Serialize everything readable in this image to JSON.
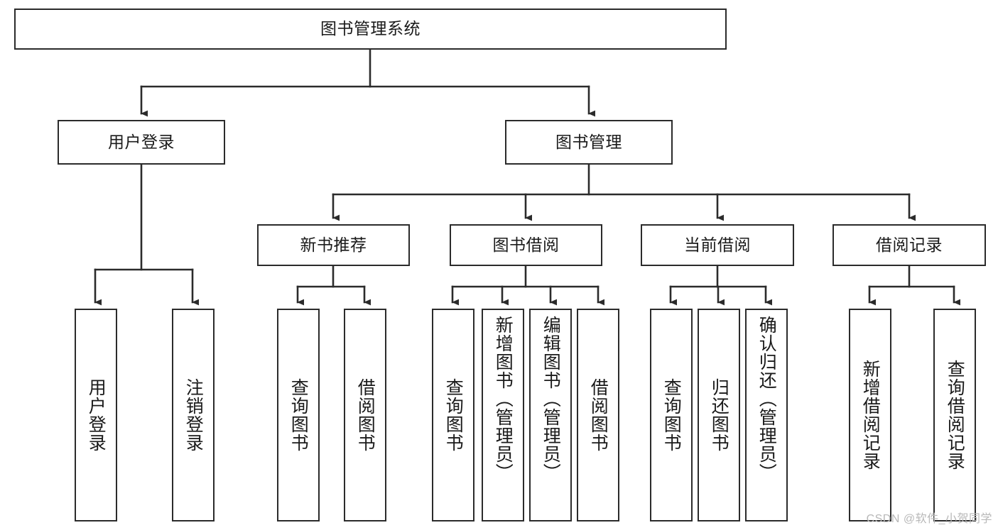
{
  "diagram": {
    "title": "图书管理系统",
    "type": "tree",
    "watermark": "CSDN @软件_小贺同学",
    "colors": {
      "stroke": "#2b2b2b",
      "fill": "#ffffff",
      "text": "#1a1a1a",
      "watermark": "#b8b8b8"
    },
    "root": {
      "label": "图书管理系统"
    },
    "level2": [
      {
        "label": "用户登录"
      },
      {
        "label": "图书管理"
      }
    ],
    "level3": [
      {
        "label": "新书推荐"
      },
      {
        "label": "图书借阅"
      },
      {
        "label": "当前借阅"
      },
      {
        "label": "借阅记录"
      }
    ],
    "leaves": {
      "user_login": [
        {
          "label": "用户登录"
        },
        {
          "label": "注销登录"
        }
      ],
      "new_book_recommend": [
        {
          "label": "查询图书"
        },
        {
          "label": "借阅图书"
        }
      ],
      "book_borrow": [
        {
          "label": "查询图书"
        },
        {
          "label": "新增图书（管理员）"
        },
        {
          "label": "编辑图书（管理员）"
        },
        {
          "label": "借阅图书"
        }
      ],
      "current_borrow": [
        {
          "label": "查询图书"
        },
        {
          "label": "归还图书"
        },
        {
          "label": "确认归还（管理员）"
        }
      ],
      "borrow_record": [
        {
          "label": "新增借阅记录"
        },
        {
          "label": "查询借阅记录"
        }
      ]
    }
  }
}
